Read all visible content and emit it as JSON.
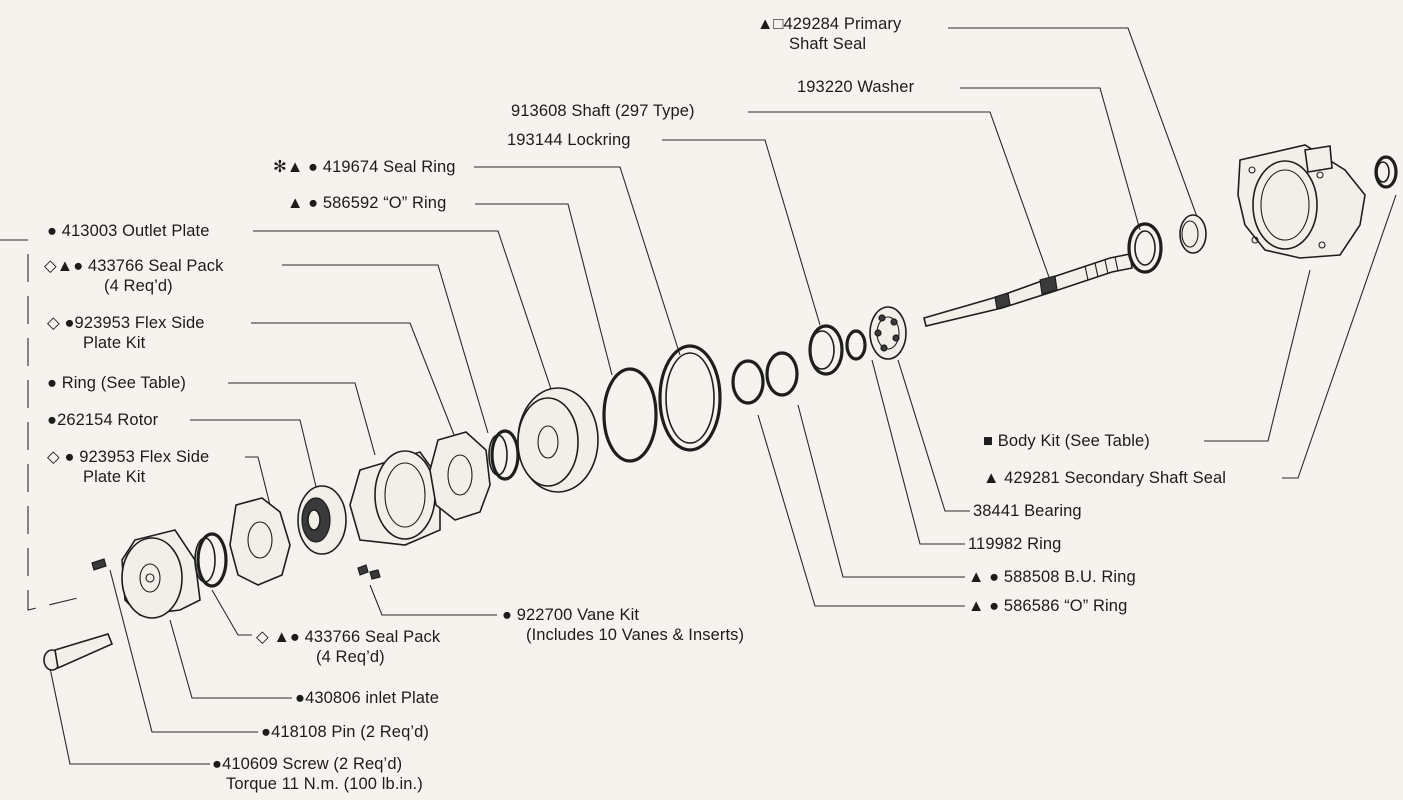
{
  "labels": {
    "primary_shaft_seal": {
      "line1": "▲□429284 Primary",
      "line2": "Shaft Seal"
    },
    "washer": "193220 Washer",
    "shaft": "913608 Shaft (297 Type)",
    "lockring": "193144 Lockring",
    "seal_ring": "✻▲ ● 419674 Seal Ring",
    "o_ring_586592": "▲ ● 586592 “O” Ring",
    "outlet_plate": "● 413003 Outlet Plate",
    "seal_pack_top": {
      "line1": "◇▲●  433766 Seal Pack",
      "line2": "(4 Req’d)"
    },
    "flex_side_plate_top": {
      "line1": "◇  ●923953 Flex Side",
      "line2": "Plate Kit"
    },
    "ring_table": "● Ring (See Table)",
    "rotor": "●262154 Rotor",
    "flex_side_plate_bottom": {
      "line1": "◇ ● 923953 Flex Side",
      "line2": "Plate Kit"
    },
    "body_kit": "■ Body Kit (See Table)",
    "secondary_shaft_seal": "▲ 429281 Secondary Shaft Seal",
    "bearing": "38441 Bearing",
    "ring_119982": "119982 Ring",
    "bu_ring": "▲ ● 588508 B.U. Ring",
    "o_ring_586586": "▲ ● 586586 “O” Ring",
    "vane_kit": {
      "line1": "● 922700 Vane Kit",
      "line2": "(Includes 10 Vanes & Inserts)"
    },
    "seal_pack_bottom": {
      "line1": "◇  ▲●  433766 Seal Pack",
      "line2": "(4 Req’d)"
    },
    "inlet_plate": "●430806 inlet Plate",
    "pin": "●418108 Pin (2 Req’d)",
    "screw": {
      "line1": "●410609 Screw (2 Req’d)",
      "line2": "Torque 11 N.m. (100 lb.in.)"
    }
  }
}
